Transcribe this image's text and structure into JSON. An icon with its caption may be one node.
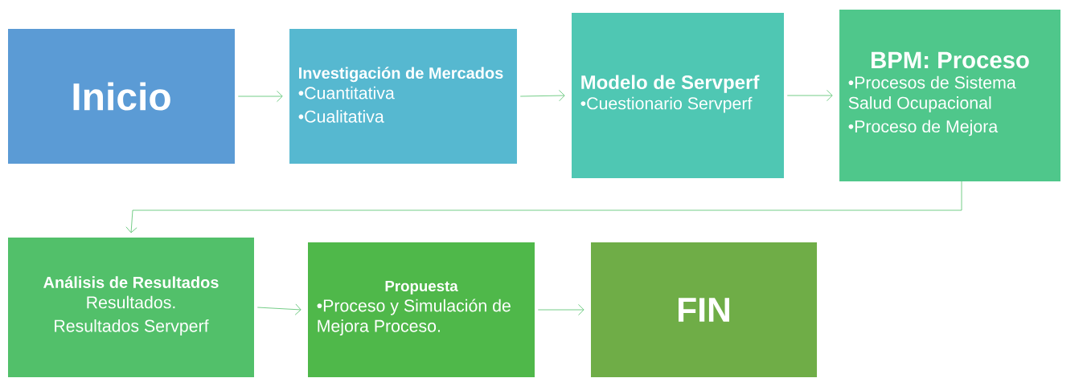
{
  "diagram": {
    "nodes": [
      {
        "text": [
          "Inicio"
        ]
      },
      {
        "text": [
          "Investigación de Mercados",
          "•Cuantitativa",
          "•Cualitativa"
        ]
      },
      {
        "text": [
          "Modelo de Servperf",
          "•Cuestionario Servperf"
        ]
      },
      {
        "text": [
          "BPM: Proceso",
          "•Procesos de Sistema Salud Ocupacional",
          "•Proceso de Mejora"
        ]
      },
      {
        "text": [
          "Análisis de Resultados",
          "Resultados.",
          "Resultados Servperf"
        ]
      },
      {
        "text": [
          "Propuesta",
          "•Proceso y Simulación de Mejora Proceso."
        ]
      },
      {
        "text": [
          "FIN"
        ]
      }
    ],
    "edges": [
      {
        "from": 0,
        "to": 1,
        "arrow": "to"
      },
      {
        "from": 1,
        "to": 2,
        "arrow": "to"
      },
      {
        "from": 2,
        "to": 3,
        "arrow": "to"
      },
      {
        "from": 3,
        "to": 4,
        "arrow": "to"
      },
      {
        "from": 4,
        "to": 5,
        "arrow": "to"
      },
      {
        "from": 5,
        "to": 6,
        "arrow": "to"
      }
    ]
  }
}
